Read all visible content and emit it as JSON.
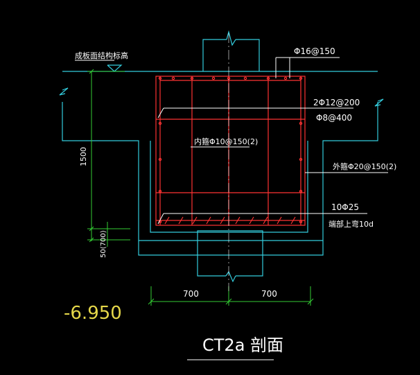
{
  "drawing": {
    "title": "CT2a 剖面",
    "elevation_text": "-6.950",
    "labels": {
      "top_elev_ref": "成板面结构标高",
      "top_bar": "Φ16@150",
      "mid_bar1": "2Φ12@200",
      "mid_bar2": "Φ8@400",
      "inner_stirrup": "内箍Φ10@150(2)",
      "outer_stirrup": "外箍Φ20@150(2)",
      "bottom_bar": "10Φ25",
      "anchor_note": "端部上弯10d",
      "vertical_dim_1500": "1500",
      "vertical_dim_50": "50(700)"
    },
    "dimensions": {
      "left": "700",
      "right": "700"
    }
  },
  "colors": {
    "background": "#000000",
    "outline": "#33ccdd",
    "rebar": "#ff3333",
    "dimension": "#33cc33",
    "text": "#ffffff",
    "elevation": "#e6d84a"
  }
}
